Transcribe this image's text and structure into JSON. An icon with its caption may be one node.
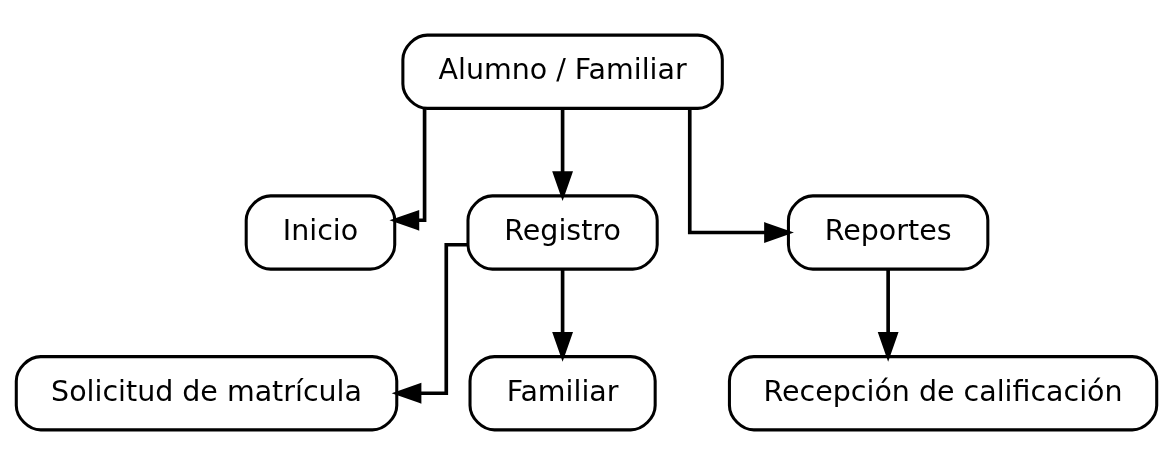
{
  "diagram": {
    "nodes": [
      {
        "text": [
          "Alumno / Familiar"
        ]
      },
      {
        "text": [
          "Inicio"
        ]
      },
      {
        "text": [
          "Registro"
        ]
      },
      {
        "text": [
          "Reportes"
        ]
      },
      {
        "text": [
          "Solicitud de matrícula"
        ]
      },
      {
        "text": [
          "Familiar"
        ]
      },
      {
        "text": [
          "Recepción de calificación"
        ]
      }
    ],
    "edges": [
      {
        "from": 0,
        "to": 1,
        "arrow": "to"
      },
      {
        "from": 0,
        "to": 2,
        "arrow": "to"
      },
      {
        "from": 0,
        "to": 3,
        "arrow": "to"
      },
      {
        "from": 2,
        "to": 4,
        "arrow": "to"
      },
      {
        "from": 2,
        "to": 5,
        "arrow": "to"
      },
      {
        "from": 3,
        "to": 6,
        "arrow": "to"
      }
    ]
  }
}
